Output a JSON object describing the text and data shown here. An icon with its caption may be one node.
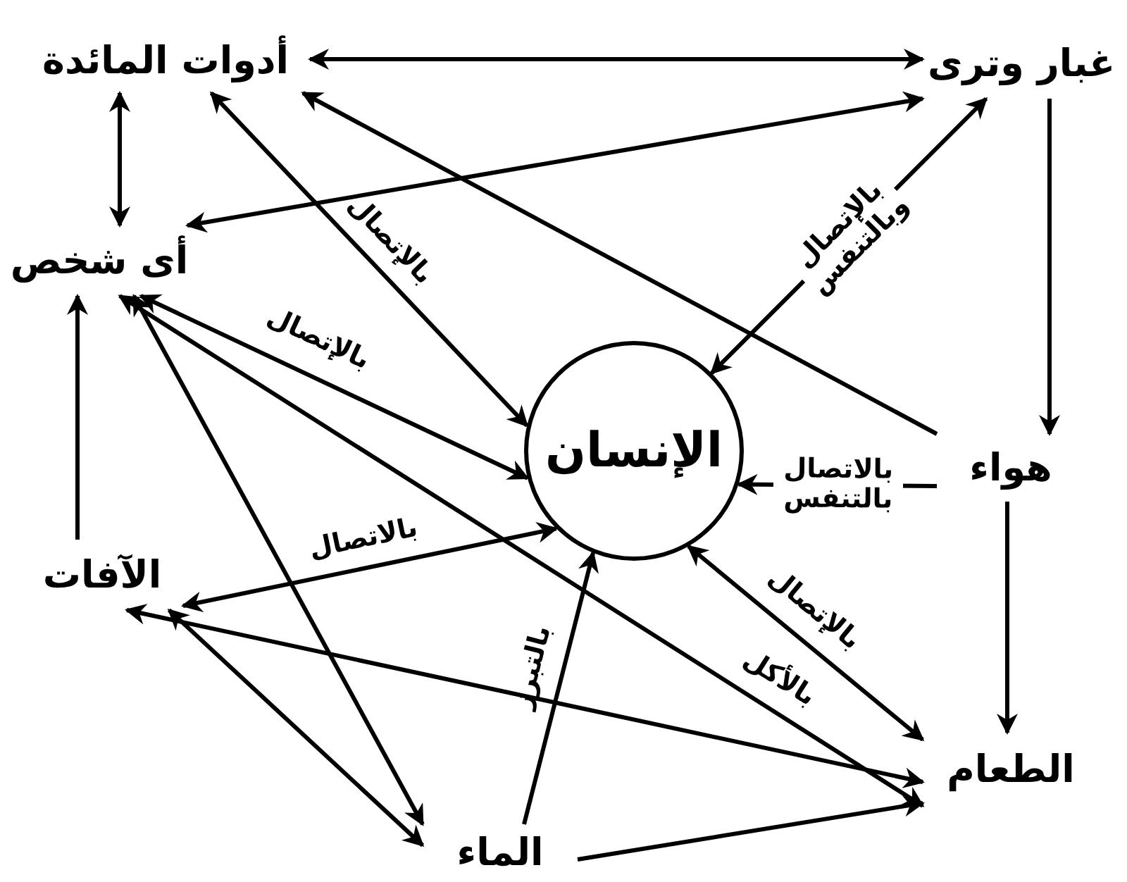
{
  "diagram": {
    "nodes": [
      {
        "text": [
          "أدوات المائدة"
        ]
      },
      {
        "text": [
          "غبار وترى"
        ]
      },
      {
        "text": [
          "أى شخص"
        ]
      },
      {
        "text": [
          "الإنسان"
        ]
      },
      {
        "text": [
          "هواء"
        ]
      },
      {
        "text": [
          "الآفات"
        ]
      },
      {
        "text": [
          "الطعام"
        ]
      },
      {
        "text": [
          "الماء"
        ]
      }
    ],
    "edges": [
      {
        "from": 0,
        "to": 1,
        "arrow": "both"
      },
      {
        "from": 0,
        "to": 2,
        "arrow": "both"
      },
      {
        "from": 0,
        "to": 3,
        "arrow": "both",
        "label": "بالإتصال"
      },
      {
        "from": 4,
        "to": 0,
        "arrow": "to"
      },
      {
        "from": 2,
        "to": 1,
        "arrow": "both"
      },
      {
        "from": 1,
        "to": 3,
        "arrow": "both",
        "label": "بالإتصال وبالتنفس"
      },
      {
        "from": 1,
        "to": 4,
        "arrow": "to"
      },
      {
        "from": 2,
        "to": 3,
        "arrow": "both",
        "label": "بالإتصال"
      },
      {
        "from": 2,
        "to": 6,
        "arrow": "both",
        "label": "بالأكل"
      },
      {
        "from": 5,
        "to": 3,
        "arrow": "both",
        "label": "بالاتصال"
      },
      {
        "from": 5,
        "to": 2,
        "arrow": "to"
      },
      {
        "from": 2,
        "to": 7,
        "arrow": "both"
      },
      {
        "from": 5,
        "to": 7,
        "arrow": "both"
      },
      {
        "from": 5,
        "to": 6,
        "arrow": "both"
      },
      {
        "from": 7,
        "to": 3,
        "arrow": "to",
        "label": "بالتبرز"
      },
      {
        "from": 7,
        "to": 6,
        "arrow": "to"
      },
      {
        "from": 4,
        "to": 6,
        "arrow": "to"
      },
      {
        "from": 4,
        "to": 3,
        "arrow": "to",
        "label": "بالاتصال بالتنفس"
      },
      {
        "from": 3,
        "to": 6,
        "arrow": "both",
        "label": "بالإتصال"
      }
    ]
  }
}
